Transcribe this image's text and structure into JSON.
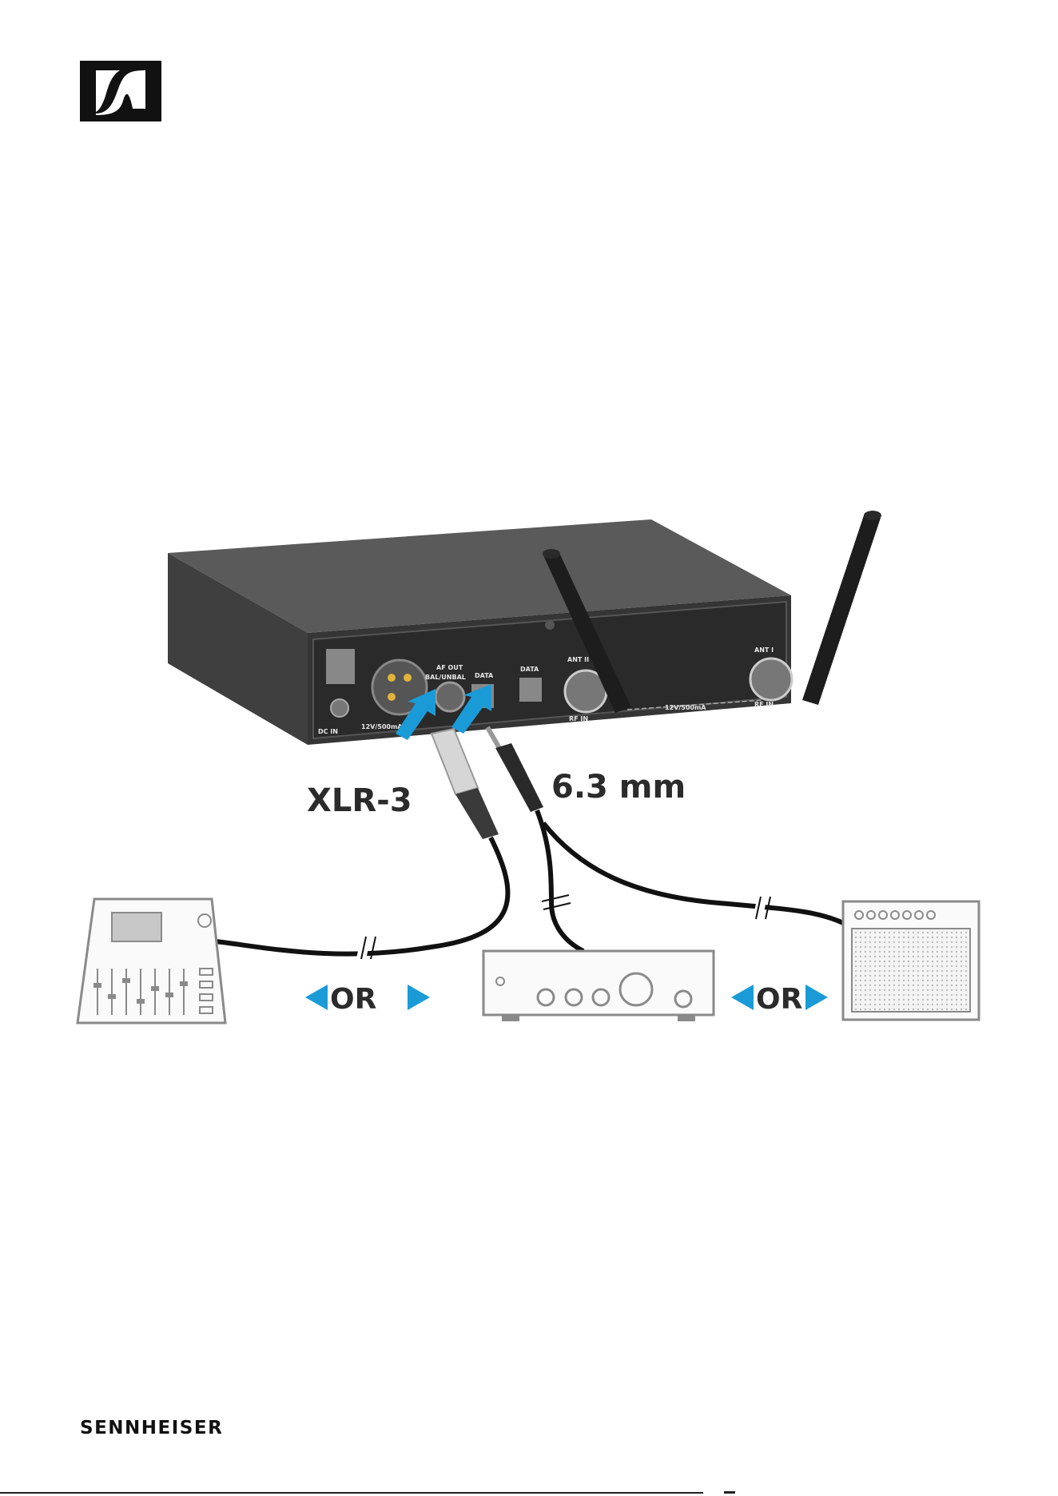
{
  "brand": {
    "name": "SENNHEISER"
  },
  "panel_labels": {
    "af_out": "AF OUT",
    "bal_unbal": "BAL/UNBAL",
    "data_1": "DATA",
    "data_2": "DATA",
    "ant_2": "ANT II",
    "ant_1": "ANT I",
    "rf_in_1": "RF IN",
    "rf_in_2": "RF IN",
    "dc_in": "DC IN",
    "power_1": "12V/500mA",
    "power_2": "12V/500mA"
  },
  "connectors": {
    "xlr": "XLR-3",
    "jack": "6.3 mm"
  },
  "alternatives": {
    "or_left": "OR",
    "or_right": "OR"
  },
  "colors": {
    "arrow_blue": "#1a9bd7",
    "device_dark": "#3a3a3a",
    "outline_gray": "#8a8a8a"
  },
  "icons": [
    "sennheiser-logo-icon",
    "mixing-console-icon",
    "amplifier-icon",
    "guitar-amp-icon",
    "antenna-icon",
    "xlr-plug-icon",
    "jack-plug-icon"
  ]
}
